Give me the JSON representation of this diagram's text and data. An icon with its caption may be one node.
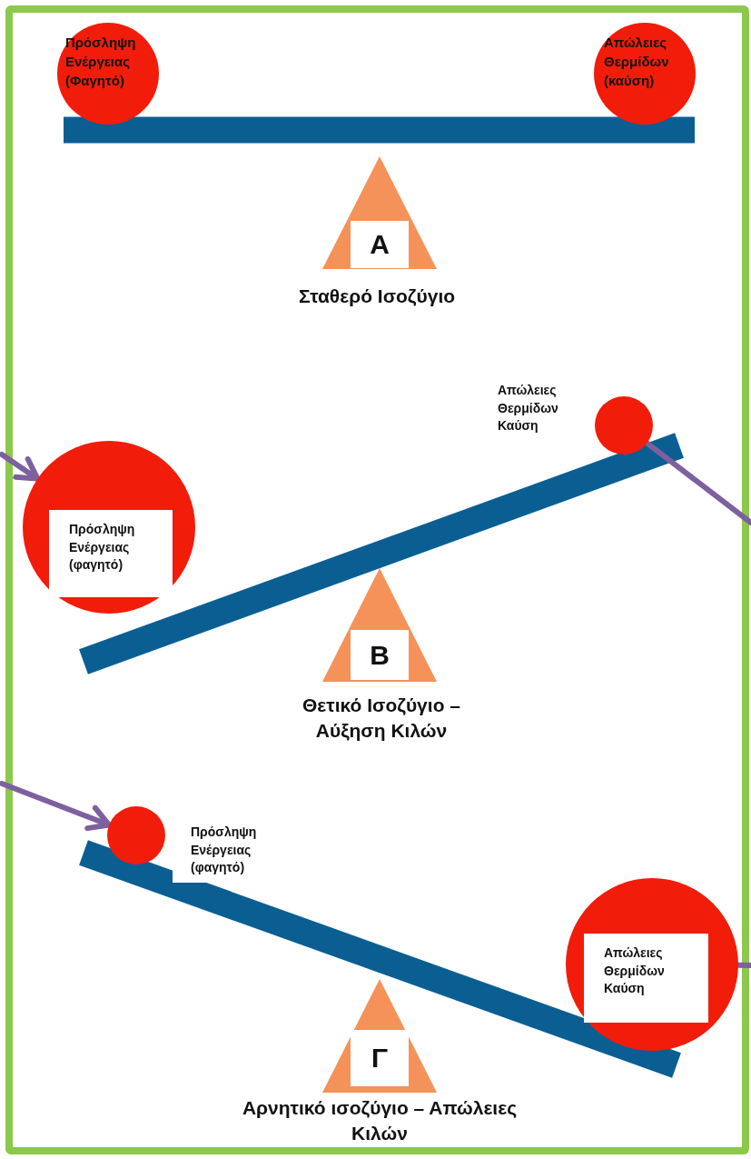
{
  "diagram": {
    "nodes": [
      {
        "text": [
          "Πρόσληψη Ενέργειας (Φαγητό)"
        ]
      },
      {
        "text": [
          "Απώλειες Θερμίδων (καύση)"
        ]
      },
      {
        "text": [
          "Α"
        ],
        "beside": [
          "Σταθερό Ισοζύγιο"
        ]
      },
      {
        "text": [
          "Πρόσληψη Ενέργειας (φαγητό)"
        ]
      },
      {
        "text": [],
        "shape": "circle",
        "beside": [
          "Απώλειες Θερμίδων Καύση"
        ]
      },
      {
        "text": [
          "Β"
        ],
        "beside": [
          "Θετικό Ισοζύγιο – Αύξηση Κιλών"
        ]
      },
      {
        "text": [],
        "shape": "circle",
        "beside": [
          "Πρόσληψη Ενέργειας (φαγητό)"
        ]
      },
      {
        "text": [
          "Απώλειες Θερμίδων Καύση"
        ]
      },
      {
        "text": [
          "Γ"
        ],
        "beside": [
          "Αρνητικό ισοζύγιο – Απώλειες Κιλών"
        ]
      }
    ],
    "edges": [
      {
        "from": null,
        "to": 3,
        "arrow": "to"
      },
      {
        "from": 4,
        "to": null,
        "arrow": "none"
      },
      {
        "from": null,
        "to": 6,
        "arrow": "to"
      },
      {
        "from": 7,
        "to": null,
        "arrow": "none"
      }
    ]
  }
}
